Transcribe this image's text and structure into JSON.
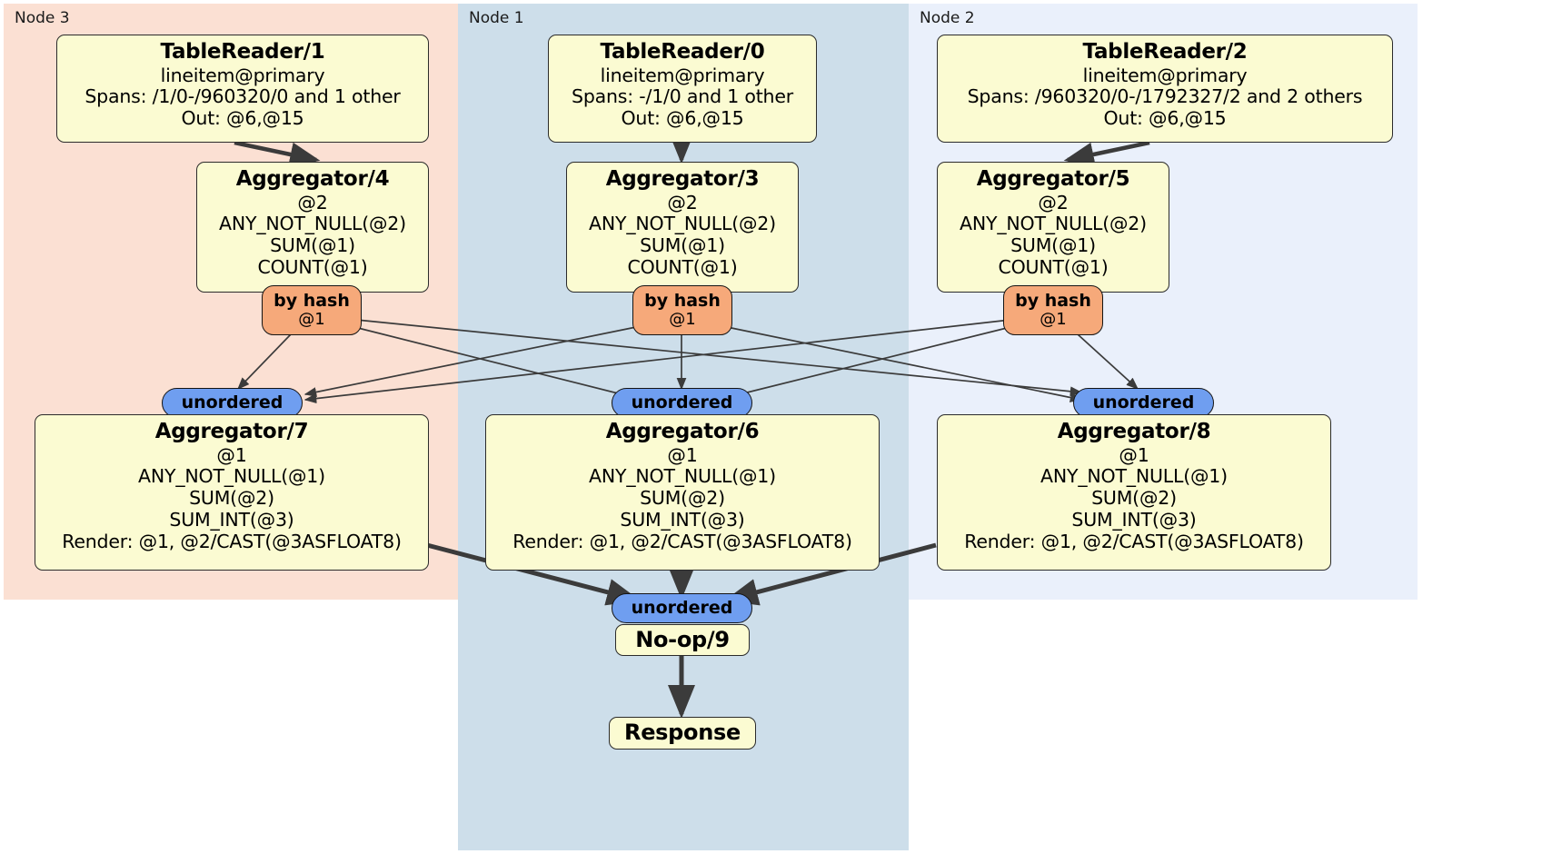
{
  "diagram": {
    "title": "Distributed SQL query execution plan",
    "colors": {
      "node3_panel": "#fbe0d3",
      "node1_panel": "#cddeea",
      "node2_panel": "#eaf0fb",
      "processor_box": "#fbfbd2",
      "hash_router": "#f6a97a",
      "unordered_synchronizer": "#6f9ef0",
      "edge": "#3b3b3b"
    }
  },
  "panels": [
    {
      "id": "node3",
      "label": "Node 3"
    },
    {
      "id": "node1",
      "label": "Node 1"
    },
    {
      "id": "node2",
      "label": "Node 2"
    }
  ],
  "processors": {
    "table_reader_1": {
      "title": "TableReader/1",
      "line1": "lineitem@primary",
      "line2": "Spans: /1/0-/960320/0 and 1 other",
      "line3": "Out: @6,@15"
    },
    "table_reader_0": {
      "title": "TableReader/0",
      "line1": "lineitem@primary",
      "line2": "Spans: -/1/0 and 1 other",
      "line3": "Out: @6,@15"
    },
    "table_reader_2": {
      "title": "TableReader/2",
      "line1": "lineitem@primary",
      "line2": "Spans: /960320/0-/1792327/2 and 2 others",
      "line3": "Out: @6,@15"
    },
    "aggregator_4": {
      "title": "Aggregator/4",
      "line1": "@2",
      "line2": "ANY_NOT_NULL(@2)",
      "line3": "SUM(@1)",
      "line4": "COUNT(@1)"
    },
    "aggregator_3": {
      "title": "Aggregator/3",
      "line1": "@2",
      "line2": "ANY_NOT_NULL(@2)",
      "line3": "SUM(@1)",
      "line4": "COUNT(@1)"
    },
    "aggregator_5": {
      "title": "Aggregator/5",
      "line1": "@2",
      "line2": "ANY_NOT_NULL(@2)",
      "line3": "SUM(@1)",
      "line4": "COUNT(@1)"
    },
    "aggregator_7": {
      "title": "Aggregator/7",
      "line1": "@1",
      "line2": "ANY_NOT_NULL(@1)",
      "line3": "SUM(@2)",
      "line4": "SUM_INT(@3)",
      "line5": "Render: @1, @2/CAST(@3ASFLOAT8)"
    },
    "aggregator_6": {
      "title": "Aggregator/6",
      "line1": "@1",
      "line2": "ANY_NOT_NULL(@1)",
      "line3": "SUM(@2)",
      "line4": "SUM_INT(@3)",
      "line5": "Render: @1, @2/CAST(@3ASFLOAT8)"
    },
    "aggregator_8": {
      "title": "Aggregator/8",
      "line1": "@1",
      "line2": "ANY_NOT_NULL(@1)",
      "line3": "SUM(@2)",
      "line4": "SUM_INT(@3)",
      "line5": "Render: @1, @2/CAST(@3ASFLOAT8)"
    },
    "noop_9": {
      "title": "No-op/9"
    },
    "response": {
      "title": "Response"
    }
  },
  "routers": {
    "hash_left": {
      "kind": "by hash",
      "column": "@1"
    },
    "hash_center": {
      "kind": "by hash",
      "column": "@1"
    },
    "hash_right": {
      "kind": "by hash",
      "column": "@1"
    }
  },
  "synchronizers": {
    "unordered_left": {
      "label": "unordered"
    },
    "unordered_center": {
      "label": "unordered"
    },
    "unordered_right": {
      "label": "unordered"
    },
    "unordered_final": {
      "label": "unordered"
    }
  }
}
